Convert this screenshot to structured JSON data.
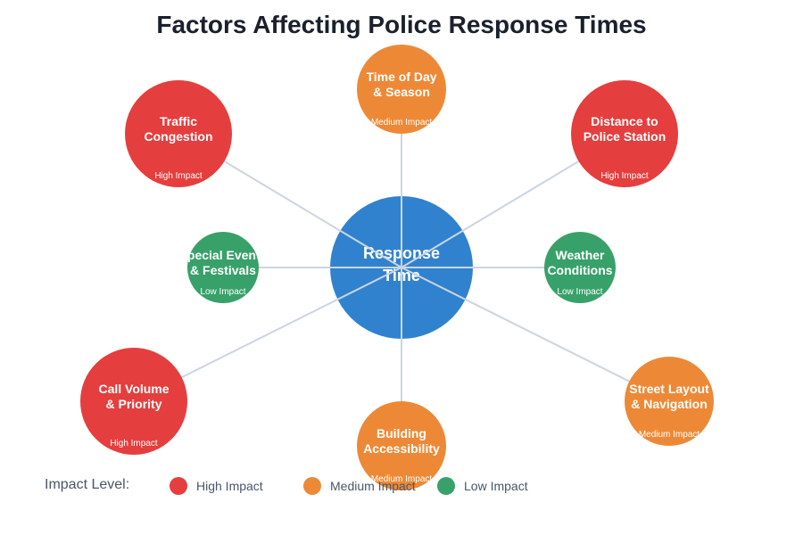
{
  "title": "Factors Affecting Police Response Times",
  "colors": {
    "high": "#e53e3e",
    "medium": "#ed8936",
    "low": "#38a169",
    "center": "#3182ce",
    "connector": "#cbd5e0"
  },
  "center": {
    "label_lines": [
      "Response",
      "Time"
    ]
  },
  "factors": [
    {
      "id": "time-of-day",
      "lines": [
        "Time of Day",
        "& Season"
      ],
      "impact": "Medium Impact",
      "level": "medium"
    },
    {
      "id": "traffic",
      "lines": [
        "Traffic",
        "Congestion"
      ],
      "impact": "High Impact",
      "level": "high"
    },
    {
      "id": "distance",
      "lines": [
        "Distance to",
        "Police Station"
      ],
      "impact": "High Impact",
      "level": "high"
    },
    {
      "id": "special-events",
      "lines": [
        "Special Events",
        "& Festivals"
      ],
      "impact": "Low Impact",
      "level": "low"
    },
    {
      "id": "weather",
      "lines": [
        "Weather",
        "Conditions"
      ],
      "impact": "Low Impact",
      "level": "low"
    },
    {
      "id": "call-volume",
      "lines": [
        "Call Volume",
        "& Priority"
      ],
      "impact": "High Impact",
      "level": "high"
    },
    {
      "id": "building",
      "lines": [
        "Building",
        "Accessibility"
      ],
      "impact": "Medium Impact",
      "level": "medium"
    },
    {
      "id": "street-layout",
      "lines": [
        "Street Layout",
        "& Navigation"
      ],
      "impact": "Medium Impact",
      "level": "medium"
    }
  ],
  "legend": {
    "title": "Impact Level:",
    "items": [
      {
        "label": "High Impact",
        "level": "high"
      },
      {
        "label": "Medium Impact",
        "level": "medium"
      },
      {
        "label": "Low Impact",
        "level": "low"
      }
    ]
  }
}
